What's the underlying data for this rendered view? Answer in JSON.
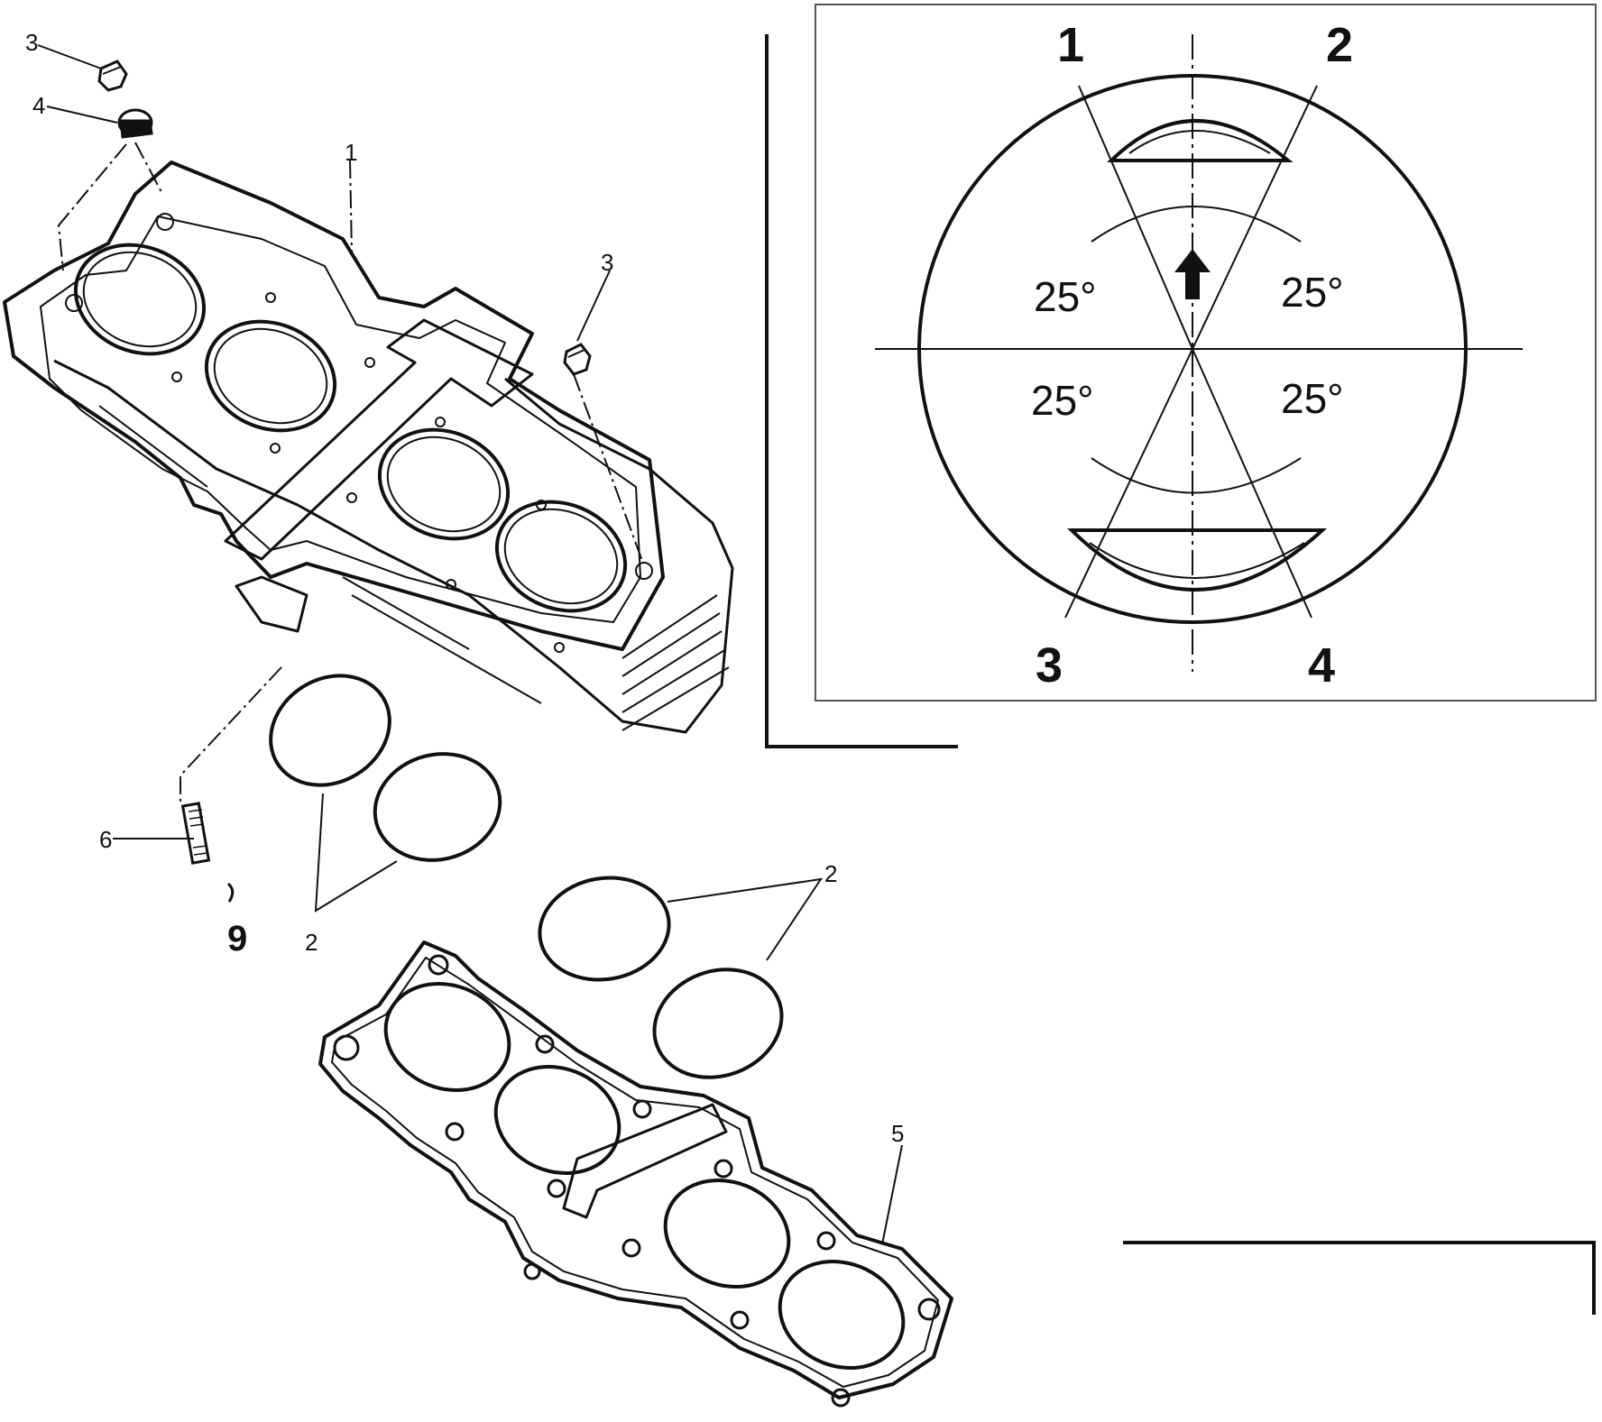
{
  "colors": {
    "ink": "#111111",
    "paper": "#ffffff",
    "inset_border": "#555555"
  },
  "exploded_view": {
    "callouts": {
      "plug_top": "3",
      "dowel_top": "4",
      "cylinder": "1",
      "plug_right": "3",
      "stud": "6",
      "o_rings_left": "2",
      "o_rings_right": "2",
      "base_gasket": "5",
      "page_fragment": "9"
    }
  },
  "ring_gap_diagram": {
    "gap_labels": [
      "1",
      "2",
      "3",
      "4"
    ],
    "angles": [
      "25°",
      "25°",
      "25°",
      "25°"
    ],
    "arrow_icon": "up-arrow-icon"
  }
}
